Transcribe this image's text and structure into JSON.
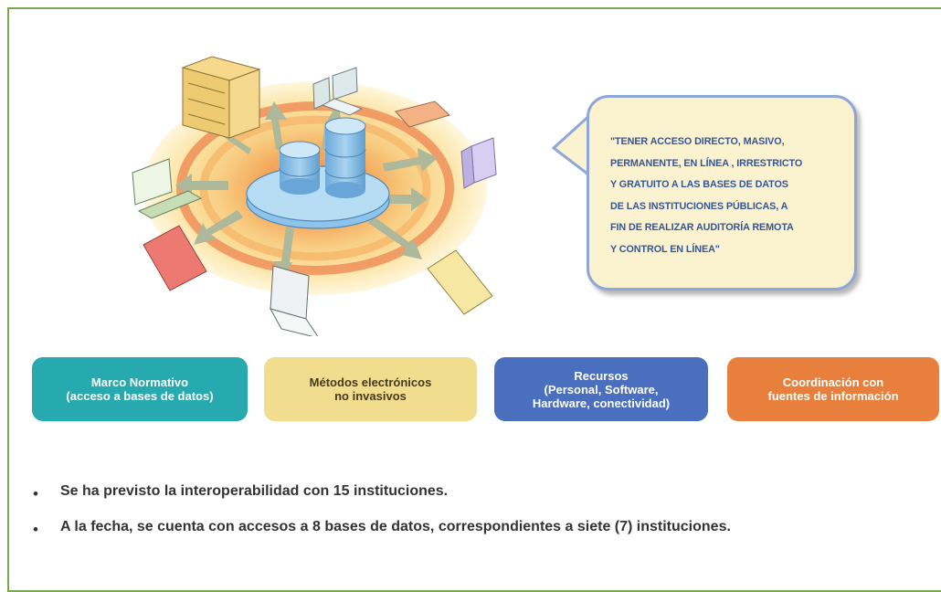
{
  "callout": {
    "lines": [
      "\"TENER ACCESO DIRECTO, MASIVO,",
      "PERMANENTE, EN LÍNEA , IRRESTRICTO",
      "Y GRATUITO A LAS BASES DE DATOS",
      "DE LAS INSTITUCIONES PÚBLICAS, A",
      "FIN DE REALIZAR AUDITORÍA REMOTA",
      "Y CONTROL EN LÍNEA\""
    ]
  },
  "pillars": [
    {
      "line1": "Marco Normativo",
      "line2": "(acceso a bases de datos)",
      "line3": ""
    },
    {
      "line1": "Métodos electrónicos",
      "line2": "no invasivos",
      "line3": ""
    },
    {
      "line1": "Recursos",
      "line2": "(Personal, Software,",
      "line3": "Hardware, conectividad)"
    },
    {
      "line1": "Coordinación con",
      "line2": "fuentes de información",
      "line3": ""
    }
  ],
  "bullets": [
    {
      "marker": "•",
      "text": "Se ha previsto la interoperabilidad con 15 instituciones."
    },
    {
      "marker": "•",
      "text": "A la fecha, se cuenta con accesos a 8 bases de datos, correspondientes a siete (7) instituciones."
    }
  ],
  "colors": {
    "frame": "#7aa84f",
    "teal": "#27a9b0",
    "yellow": "#f2dc8d",
    "blue": "#496fbe",
    "orange": "#e87f3c",
    "callout_text": "#34569b"
  }
}
